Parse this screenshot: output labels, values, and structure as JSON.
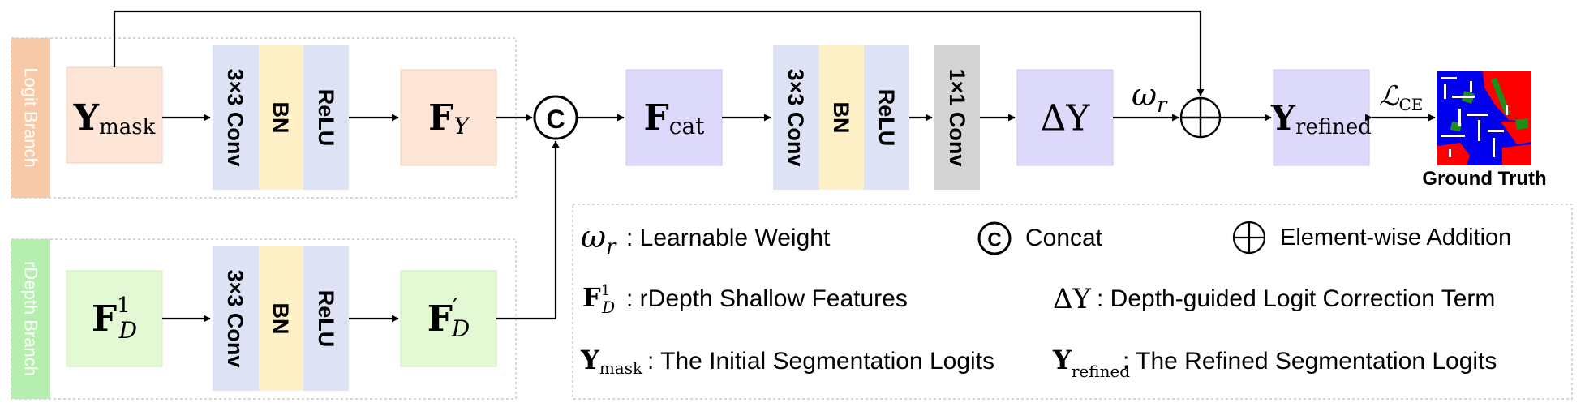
{
  "branches": {
    "logit": "Logit Branch",
    "rdepth": "rDepth Branch"
  },
  "nodes": {
    "y_mask": {
      "main": "Y",
      "sub": "mask"
    },
    "f_y": {
      "main": "F",
      "sub": "Y"
    },
    "f_d1": {
      "main": "F",
      "sup": "1",
      "sub": "D"
    },
    "f_d_prime": {
      "main": "F",
      "sup": "′",
      "sub": "D"
    },
    "concat": "C",
    "f_cat": {
      "main": "F",
      "sub": "cat"
    },
    "delta_y": "ΔY",
    "y_refined": {
      "main": "Y",
      "sub": "refined"
    },
    "ground_truth": "Ground Truth"
  },
  "conv_blocks": {
    "conv3x3": "3×3 Conv",
    "bn": "BN",
    "relu": "ReLU",
    "conv1x1": "1×1 Conv"
  },
  "edge_labels": {
    "omega": {
      "main": "ω",
      "sub": "r"
    },
    "loss": {
      "main": "ℒ",
      "sub": "CE"
    }
  },
  "legend": {
    "omega": {
      "text": ": Learnable Weight"
    },
    "concat": {
      "text": "Concat"
    },
    "add": {
      "text": "Element-wise Addition"
    },
    "fd1": {
      "text": ": rDepth Shallow Features"
    },
    "delta": {
      "text": ": Depth-guided Logit Correction Term"
    },
    "ymask": {
      "text": ": The Initial Segmentation Logits"
    },
    "yrefined": {
      "text": ": The Refined Segmentation Logits"
    }
  },
  "colors": {
    "peach": "#fce4d6",
    "green": "#e2f9d4",
    "lavender": "#ddd9fb",
    "conv_blue": "#dde3f4",
    "bn_yellow": "#fdefc6",
    "gray": "#d4d4d4",
    "logit_tab": "#f8c9a8",
    "rdepth_tab": "#b6eeb0"
  },
  "icons": [
    "concat-icon",
    "element-wise-addition-icon",
    "arrow-icon",
    "ground-truth-segmentation-map"
  ]
}
